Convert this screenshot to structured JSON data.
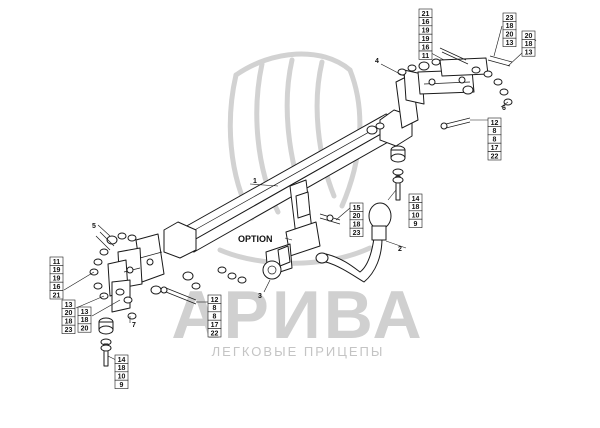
{
  "watermark": {
    "brand": "АРИВА",
    "tagline": "ЛЕГКОВЫЕ ПРИЦЕПЫ"
  },
  "option_label": "OPTION",
  "callouts": [
    {
      "id": "callout-1",
      "text": "1"
    },
    {
      "id": "callout-2",
      "text": "2"
    },
    {
      "id": "callout-3",
      "text": "3"
    },
    {
      "id": "callout-4",
      "text": "4"
    },
    {
      "id": "callout-5",
      "text": "5"
    },
    {
      "id": "callout-6",
      "text": "6"
    },
    {
      "id": "callout-7",
      "text": "7"
    }
  ],
  "part_stacks": [
    {
      "id": "stack-top-left-bolts",
      "items": [
        "21",
        "16",
        "19",
        "19",
        "16",
        "11"
      ]
    },
    {
      "id": "stack-top-right-bolts",
      "items": [
        "23",
        "18",
        "20",
        "13"
      ]
    },
    {
      "id": "stack-top-right-nuts",
      "items": [
        "20",
        "18",
        "13"
      ]
    },
    {
      "id": "stack-right-bracket",
      "items": [
        "12",
        "8",
        "8",
        "17",
        "22"
      ]
    },
    {
      "id": "stack-center-ball",
      "items": [
        "14",
        "18",
        "10",
        "9"
      ]
    },
    {
      "id": "stack-center-socket",
      "items": [
        "15",
        "20",
        "18",
        "23"
      ]
    },
    {
      "id": "stack-left-bolts",
      "items": [
        "11",
        "19",
        "19",
        "16",
        "21"
      ]
    },
    {
      "id": "stack-left-nuts-a",
      "items": [
        "13",
        "20",
        "18",
        "23"
      ]
    },
    {
      "id": "stack-left-nuts-b",
      "items": [
        "13",
        "18",
        "20"
      ]
    },
    {
      "id": "stack-left-bracket",
      "items": [
        "12",
        "8",
        "8",
        "17",
        "22"
      ]
    },
    {
      "id": "stack-bottom-ball",
      "items": [
        "14",
        "18",
        "10",
        "9"
      ]
    }
  ]
}
